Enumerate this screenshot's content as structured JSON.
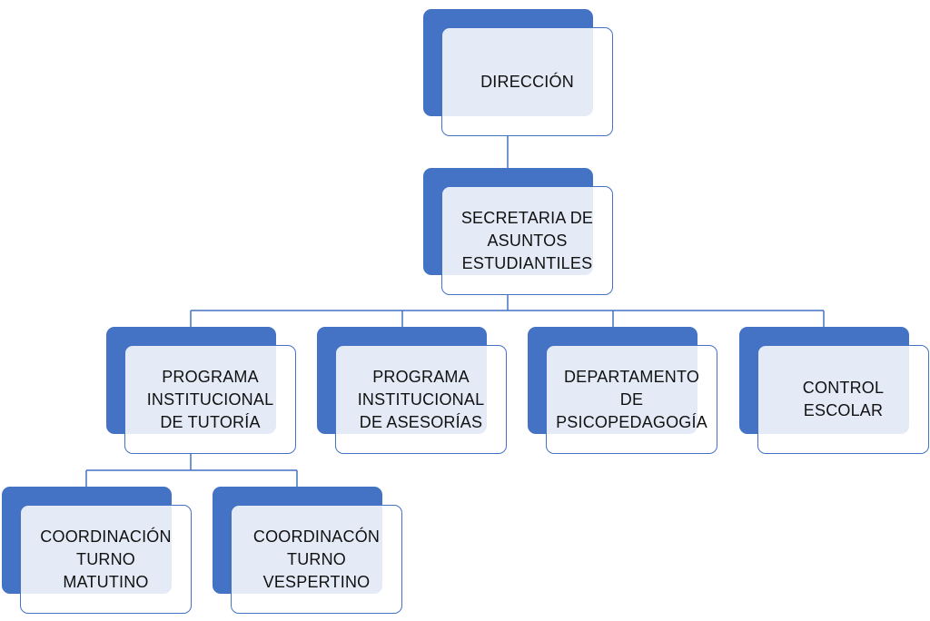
{
  "colors": {
    "accent": "#4472c4",
    "line": "#4472c4",
    "text": "#111111"
  },
  "nodes": {
    "direccion": "DIRECCIÓN",
    "secretaria": "SECRETARIA DE\nASUNTOS\nESTUDIANTILES",
    "tutoria": "PROGRAMA\nINSTITUCIONAL\nDE TUTORÍA",
    "asesorias": "PROGRAMA\nINSTITUCIONAL\nDE ASESORÍAS",
    "psicopedagogia": "DEPARTAMENTO\nDE\nPSICOPEDAGOGÍA",
    "control": "CONTROL\nESCOLAR",
    "matutino": "COORDINACIÓN\nTURNO\nMATUTINO",
    "vespertino": "COORDINACÓN\nTURNO\nVESPERTINO"
  }
}
